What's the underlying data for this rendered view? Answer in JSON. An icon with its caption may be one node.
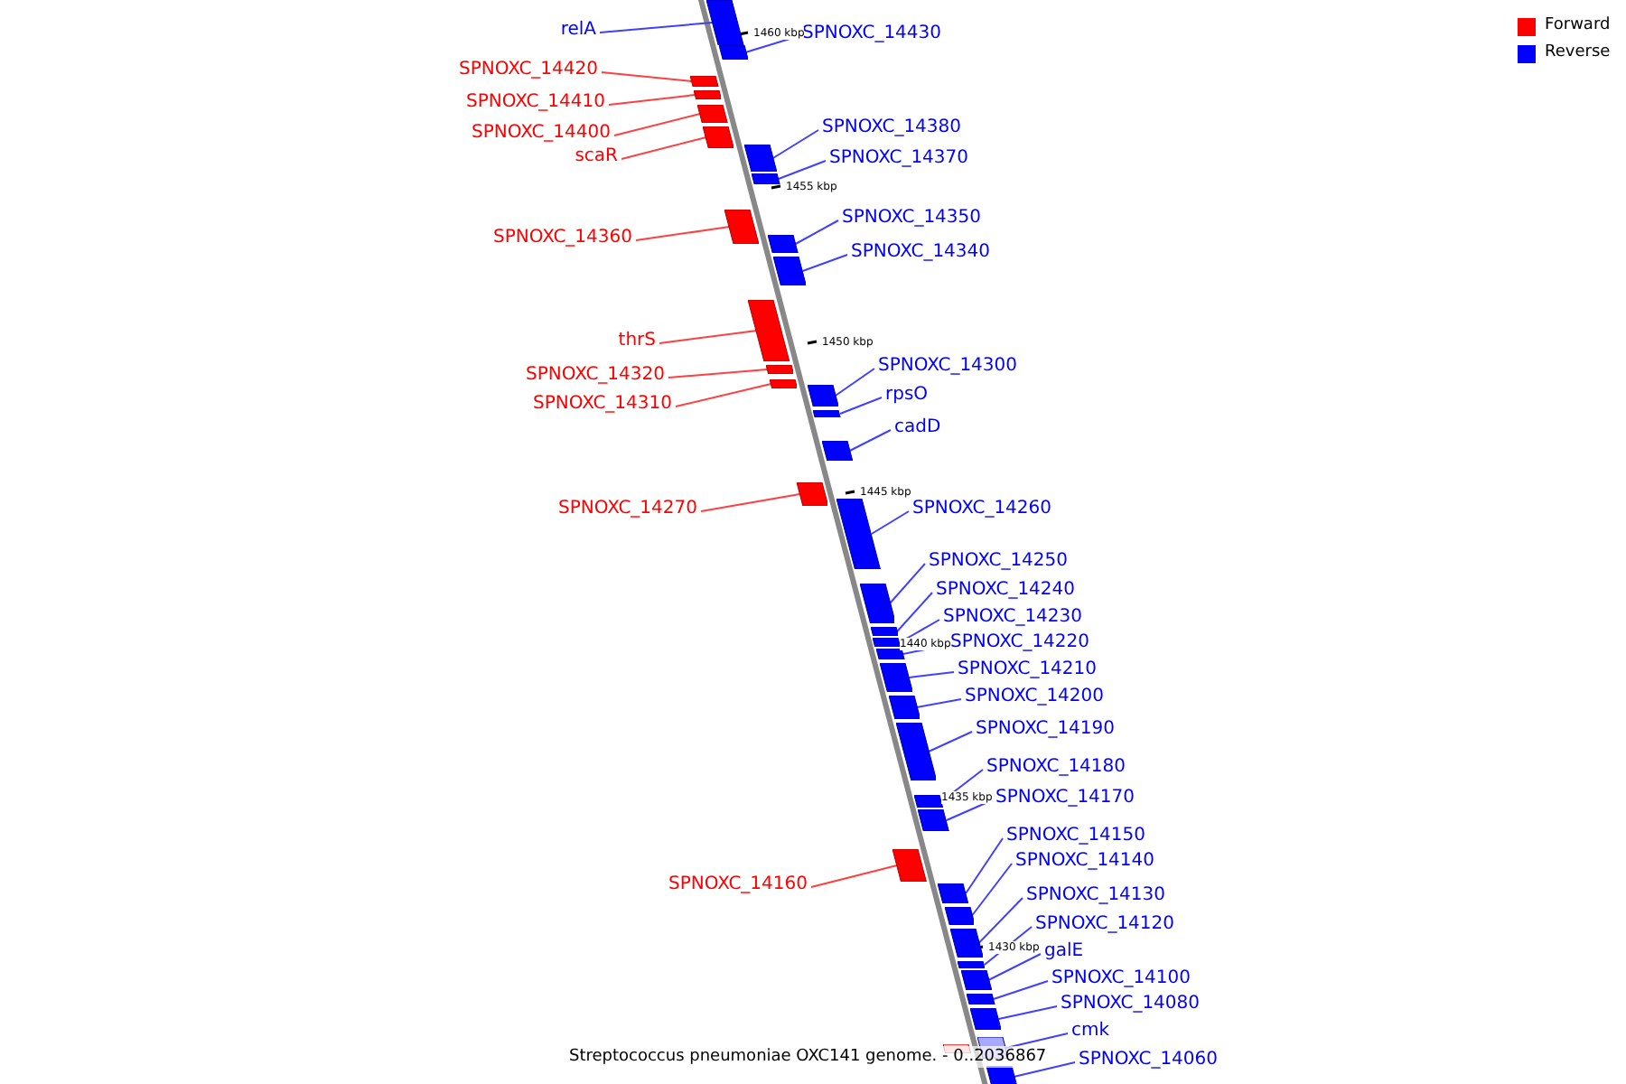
{
  "diagram": {
    "caption": "Streptococcus pneumoniae OXC141 genome. - 0..2036867",
    "nodes": [
      {
        "text": [
          "relA"
        ]
      },
      {
        "text": [],
        "shape": "bar"
      },
      {
        "text": [
          "SPNOXC_14420"
        ]
      },
      {
        "text": [],
        "shape": "bar"
      },
      {
        "text": [
          "SPNOXC_14410"
        ]
      },
      {
        "text": [],
        "shape": "bar"
      },
      {
        "text": [
          "SPNOXC_14400"
        ]
      },
      {
        "text": [],
        "shape": "bar"
      },
      {
        "text": [
          "scaR"
        ]
      },
      {
        "text": [],
        "shape": "bar"
      },
      {
        "text": [
          "SPNOXC_14360"
        ]
      },
      {
        "text": [],
        "shape": "bar"
      },
      {
        "text": [
          "thrS"
        ]
      },
      {
        "text": [],
        "shape": "bar"
      },
      {
        "text": [
          "SPNOXC_14320"
        ]
      },
      {
        "text": [],
        "shape": "bar"
      },
      {
        "text": [
          "SPNOXC_14310"
        ]
      },
      {
        "text": [],
        "shape": "bar"
      },
      {
        "text": [
          "SPNOXC_14270"
        ]
      },
      {
        "text": [],
        "shape": "bar"
      },
      {
        "text": [
          "SPNOXC_14160"
        ]
      },
      {
        "text": [],
        "shape": "bar"
      },
      {
        "text": [
          "SPNOXC_14430"
        ]
      },
      {
        "text": [],
        "shape": "bar"
      },
      {
        "text": [
          "SPNOXC_14380"
        ]
      },
      {
        "text": [],
        "shape": "bar"
      },
      {
        "text": [
          "SPNOXC_14370"
        ]
      },
      {
        "text": [],
        "shape": "bar"
      },
      {
        "text": [
          "SPNOXC_14350"
        ]
      },
      {
        "text": [],
        "shape": "bar"
      },
      {
        "text": [
          "SPNOXC_14340"
        ]
      },
      {
        "text": [],
        "shape": "bar"
      },
      {
        "text": [
          "SPNOXC_14300"
        ]
      },
      {
        "text": [],
        "shape": "bar"
      },
      {
        "text": [
          "rpsO"
        ]
      },
      {
        "text": [],
        "shape": "bar"
      },
      {
        "text": [
          "cadD"
        ]
      },
      {
        "text": [],
        "shape": "bar"
      },
      {
        "text": [
          "SPNOXC_14260"
        ]
      },
      {
        "text": [],
        "shape": "bar"
      },
      {
        "text": [
          "SPNOXC_14250"
        ]
      },
      {
        "text": [],
        "shape": "bar"
      },
      {
        "text": [
          "SPNOXC_14240"
        ]
      },
      {
        "text": [],
        "shape": "bar"
      },
      {
        "text": [
          "SPNOXC_14230"
        ]
      },
      {
        "text": [],
        "shape": "bar"
      },
      {
        "text": [
          "SPNOXC_14220"
        ]
      },
      {
        "text": [],
        "shape": "bar"
      },
      {
        "text": [
          "SPNOXC_14210"
        ]
      },
      {
        "text": [],
        "shape": "bar"
      },
      {
        "text": [
          "SPNOXC_14200"
        ]
      },
      {
        "text": [],
        "shape": "bar"
      },
      {
        "text": [
          "SPNOXC_14190"
        ]
      },
      {
        "text": [],
        "shape": "bar"
      },
      {
        "text": [
          "SPNOXC_14180"
        ]
      },
      {
        "text": [],
        "shape": "bar"
      },
      {
        "text": [
          "SPNOXC_14170"
        ]
      },
      {
        "text": [],
        "shape": "bar"
      },
      {
        "text": [
          "SPNOXC_14150"
        ]
      },
      {
        "text": [],
        "shape": "bar"
      },
      {
        "text": [
          "SPNOXC_14140"
        ]
      },
      {
        "text": [],
        "shape": "bar"
      },
      {
        "text": [
          "SPNOXC_14130"
        ]
      },
      {
        "text": [],
        "shape": "bar"
      },
      {
        "text": [
          "SPNOXC_14120"
        ]
      },
      {
        "text": [],
        "shape": "bar"
      },
      {
        "text": [
          "galE"
        ]
      },
      {
        "text": [],
        "shape": "bar"
      },
      {
        "text": [
          "SPNOXC_14100"
        ]
      },
      {
        "text": [],
        "shape": "bar"
      },
      {
        "text": [
          "SPNOXC_14080"
        ]
      },
      {
        "text": [],
        "shape": "bar"
      },
      {
        "text": [
          "cmk"
        ]
      },
      {
        "text": [],
        "shape": "bar"
      },
      {
        "text": [
          "SPNOXC_14060"
        ]
      },
      {
        "text": [],
        "shape": "bar"
      },
      {
        "text": [],
        "shape": "bar"
      }
    ],
    "edges": [
      {
        "from": 0,
        "to": 1,
        "arrow": "none"
      },
      {
        "from": 2,
        "to": 3,
        "arrow": "none",
        "color": "#ff4040"
      },
      {
        "from": 4,
        "to": 5,
        "arrow": "none",
        "color": "#ff4040"
      },
      {
        "from": 6,
        "to": 7,
        "arrow": "none",
        "color": "#ff4040"
      },
      {
        "from": 8,
        "to": 9,
        "arrow": "none",
        "color": "#ff4040"
      },
      {
        "from": 10,
        "to": 11,
        "arrow": "none",
        "color": "#ff4040"
      },
      {
        "from": 12,
        "to": 13,
        "arrow": "none",
        "color": "#ff4040"
      },
      {
        "from": 14,
        "to": 15,
        "arrow": "none",
        "color": "#ff4040"
      },
      {
        "from": 16,
        "to": 17,
        "arrow": "none",
        "color": "#ff4040"
      },
      {
        "from": 18,
        "to": 19,
        "arrow": "none",
        "color": "#ff4040"
      },
      {
        "from": 20,
        "to": 21,
        "arrow": "none",
        "color": "#ff4040"
      },
      {
        "from": 22,
        "to": 23,
        "arrow": "none"
      },
      {
        "from": 24,
        "to": 25,
        "arrow": "none"
      },
      {
        "from": 26,
        "to": 27,
        "arrow": "none"
      },
      {
        "from": 28,
        "to": 29,
        "arrow": "none"
      },
      {
        "from": 30,
        "to": 31,
        "arrow": "none"
      },
      {
        "from": 32,
        "to": 33,
        "arrow": "none"
      },
      {
        "from": 34,
        "to": 35,
        "arrow": "none"
      },
      {
        "from": 36,
        "to": 37,
        "arrow": "none"
      },
      {
        "from": 38,
        "to": 39,
        "arrow": "none"
      },
      {
        "from": 40,
        "to": 41,
        "arrow": "none"
      },
      {
        "from": 42,
        "to": 43,
        "arrow": "none"
      },
      {
        "from": 44,
        "to": 45,
        "arrow": "none"
      },
      {
        "from": 46,
        "to": 47,
        "arrow": "none"
      },
      {
        "from": 48,
        "to": 49,
        "arrow": "none"
      },
      {
        "from": 50,
        "to": 51,
        "arrow": "none"
      },
      {
        "from": 52,
        "to": 53,
        "arrow": "none"
      },
      {
        "from": 54,
        "to": 55,
        "arrow": "none"
      },
      {
        "from": 56,
        "to": 57,
        "arrow": "none"
      },
      {
        "from": 58,
        "to": 59,
        "arrow": "none"
      },
      {
        "from": 60,
        "to": 61,
        "arrow": "none"
      },
      {
        "from": 62,
        "to": 63,
        "arrow": "none"
      },
      {
        "from": 64,
        "to": 65,
        "arrow": "none"
      },
      {
        "from": 66,
        "to": 67,
        "arrow": "none"
      },
      {
        "from": 68,
        "to": 69,
        "arrow": "none"
      },
      {
        "from": 70,
        "to": 71,
        "arrow": "none"
      },
      {
        "from": 72,
        "to": 73,
        "arrow": "none"
      },
      {
        "from": 74,
        "to": 75,
        "arrow": "none"
      }
    ],
    "labels": [
      "1460 kbp",
      "1455 kbp",
      "1450 kbp",
      "1445 kbp",
      "1440 kbp",
      "1435 kbp",
      "1430 kbp"
    ],
    "legend": [
      {
        "text": "Forward",
        "color": "#ff0000"
      },
      {
        "text": "Reverse",
        "color": "#0000ff"
      }
    ]
  }
}
